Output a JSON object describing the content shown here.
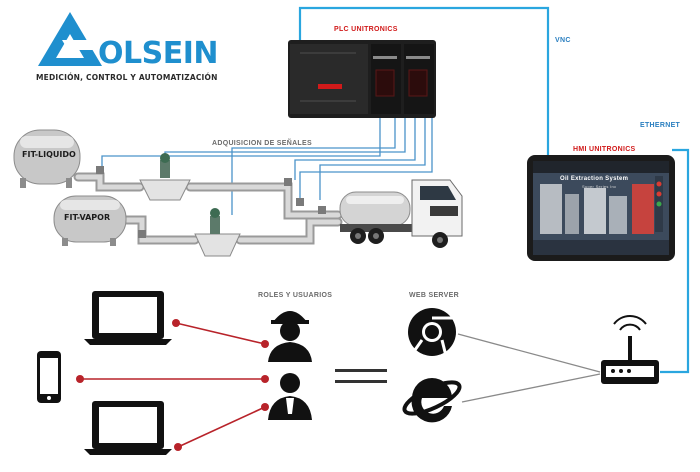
{
  "brand": {
    "name": "OLSEIN",
    "tagline": "MEDICIÓN, CONTROL Y AUTOMATIZACIÓN"
  },
  "labels": {
    "plc": "PLC UNITRONICS",
    "vnc": "VNC",
    "hmi": "HMI UNITRONICS",
    "ethernet": "ETHERNET",
    "acquisition": "ADQUISICION DE SEÑALES",
    "tank_liquid": "FIT-LIQUIDO",
    "tank_vapor": "FIT-VAPOR",
    "roles": "ROLES Y USUARIOS",
    "webserver": "WEB SERVER"
  },
  "hmi_screen": {
    "title": "Oil Extraction System",
    "subtitle": "Super Series Inc"
  },
  "colors": {
    "brand_blue": "#1f8fce",
    "line_blue": "#2aa6df",
    "signal_blue": "#4a93c9",
    "red_link": "#b8232a",
    "label_red": "#d11a1a"
  },
  "icons": [
    "laptop-icon",
    "smartphone-icon",
    "worker-helmet-icon",
    "user-suit-icon",
    "chrome-icon",
    "internet-explorer-icon",
    "router-icon"
  ]
}
